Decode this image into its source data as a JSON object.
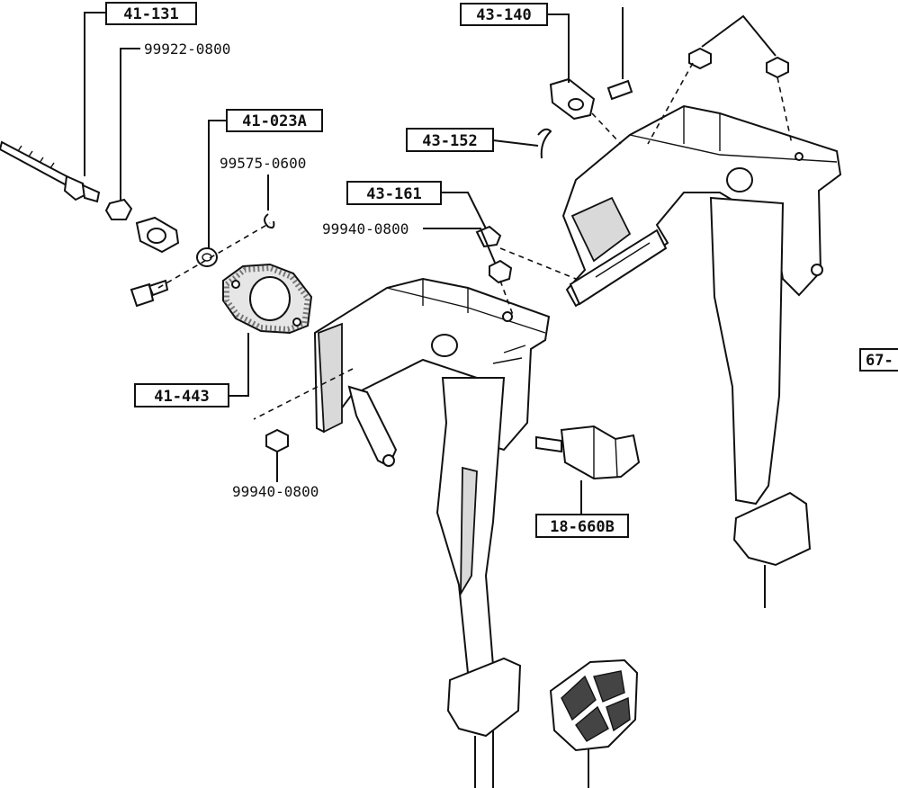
{
  "labels": {
    "l_41_131": "41-131",
    "l_99922_0800": "99922-0800",
    "l_41_023a": "41-023A",
    "l_99575_0600": "99575-0600",
    "l_43_140": "43-140",
    "l_43_152": "43-152",
    "l_43_161": "43-161",
    "l_99940_0800_top": "99940-0800",
    "l_41_443": "41-443",
    "l_99940_0800_bottom": "99940-0800",
    "l_18_660b": "18-660B",
    "l_67_cut": "67-"
  },
  "colors": {
    "ink": "#111111",
    "paper": "#ffffff",
    "gasket": "#9a9a9a"
  }
}
